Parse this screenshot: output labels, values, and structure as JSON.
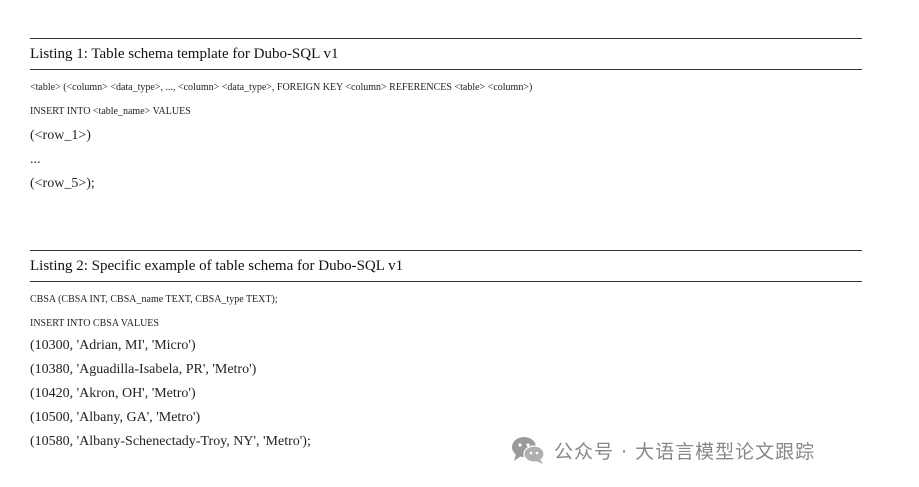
{
  "listing1": {
    "caption": "Listing 1: Table schema template for Dubo-SQL v1",
    "lines": [
      "<table> (<column> <data_type>, ..., <column> <data_type>, FOREIGN KEY <column> REFERENCES <table> <column>)",
      "INSERT INTO <table_name> VALUES",
      "(<row_1>)",
      "...",
      "(<row_5>);"
    ]
  },
  "listing2": {
    "caption": "Listing 2: Specific example of table schema for Dubo-SQL v1",
    "lines": [
      "CBSA (CBSA INT, CBSA_name TEXT, CBSA_type TEXT);",
      "INSERT INTO CBSA VALUES",
      "(10300, 'Adrian, MI', 'Micro')",
      "(10380, 'Aguadilla-Isabela, PR', 'Metro')",
      "(10420, 'Akron, OH', 'Metro')",
      "(10500, 'Albany, GA', 'Metro')",
      "(10580, 'Albany-Schenectady-Troy, NY', 'Metro');"
    ]
  },
  "watermark": {
    "text": "公众号 · 大语言模型论文跟踪",
    "icon": "wechat-icon"
  }
}
